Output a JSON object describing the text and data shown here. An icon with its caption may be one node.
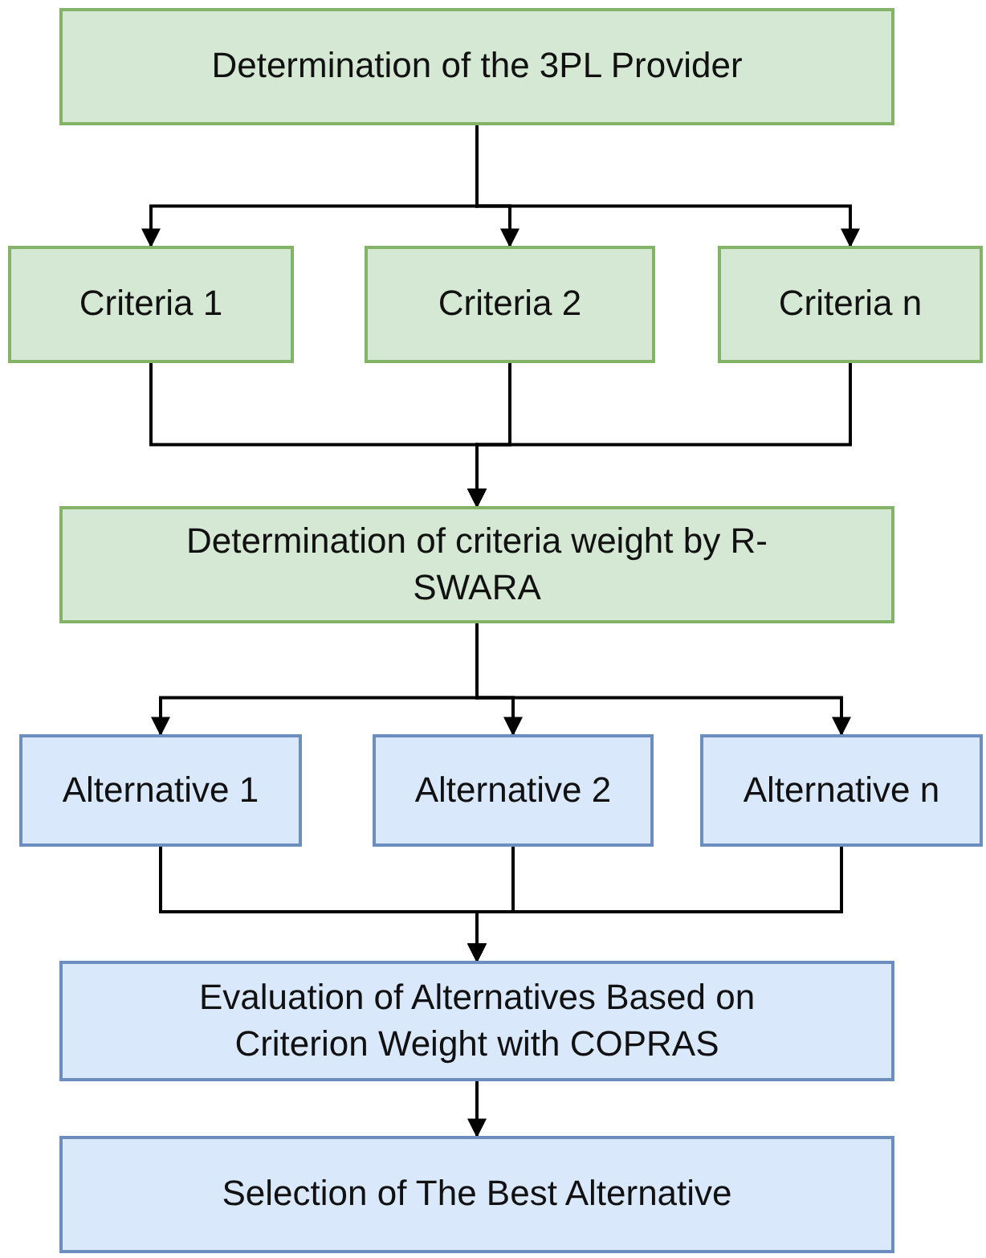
{
  "diagram": {
    "nodes": [
      {
        "text": [
          "Determination of the 3PL Provider"
        ]
      },
      {
        "text": [
          "Criteria 1"
        ]
      },
      {
        "text": [
          "Criteria 2"
        ]
      },
      {
        "text": [
          "Criteria n"
        ]
      },
      {
        "text": [
          "Determination of criteria weight by R-SWARA"
        ]
      },
      {
        "text": [
          "Alternative 1"
        ]
      },
      {
        "text": [
          "Alternative 2"
        ]
      },
      {
        "text": [
          "Alternative n"
        ]
      },
      {
        "text": [
          "Evaluation of Alternatives Based on Criterion Weight with COPRAS"
        ]
      },
      {
        "text": [
          "Selection of The Best Alternative"
        ]
      }
    ],
    "edges": [
      {
        "from": 0,
        "to": 1,
        "arrow": "to"
      },
      {
        "from": 0,
        "to": 2,
        "arrow": "to"
      },
      {
        "from": 0,
        "to": 3,
        "arrow": "to"
      },
      {
        "from": 1,
        "to": 4,
        "arrow": "to"
      },
      {
        "from": 2,
        "to": 4,
        "arrow": "to"
      },
      {
        "from": 3,
        "to": 4,
        "arrow": "to"
      },
      {
        "from": 4,
        "to": 5,
        "arrow": "to"
      },
      {
        "from": 4,
        "to": 6,
        "arrow": "to"
      },
      {
        "from": 4,
        "to": 7,
        "arrow": "to"
      },
      {
        "from": 5,
        "to": 8,
        "arrow": "to"
      },
      {
        "from": 6,
        "to": 8,
        "arrow": "to"
      },
      {
        "from": 7,
        "to": 8,
        "arrow": "to"
      },
      {
        "from": 8,
        "to": 9,
        "arrow": "to"
      }
    ]
  }
}
